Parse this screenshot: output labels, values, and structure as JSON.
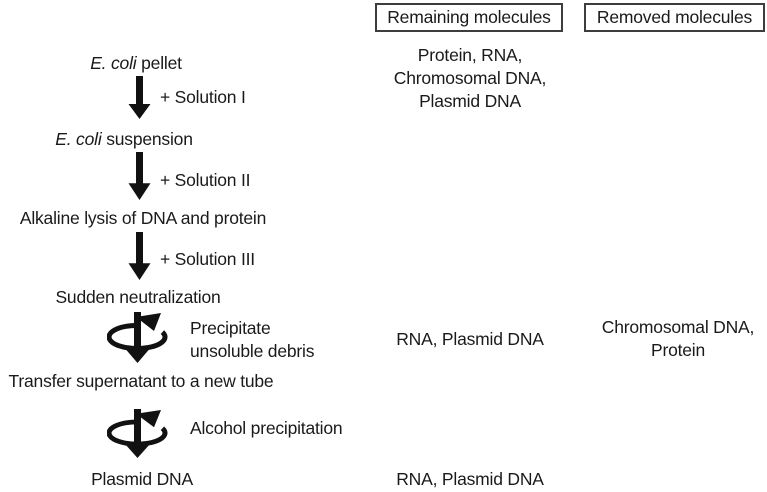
{
  "headers": {
    "remaining": "Remaining molecules",
    "removed": "Removed molecules"
  },
  "flow": {
    "steps": [
      {
        "italic": "E. coli",
        "text": " pellet"
      },
      {
        "italic": "E. coli",
        "text": " suspension"
      },
      {
        "italic": "",
        "text": "Alkaline lysis of DNA and protein"
      },
      {
        "italic": "",
        "text": "Sudden neutralization"
      },
      {
        "italic": "",
        "text": "Transfer supernatant to a new tube"
      },
      {
        "italic": "",
        "text": "Plasmid DNA"
      }
    ],
    "solution_labels": [
      "+ Solution I",
      "+ Solution II",
      "+ Solution III"
    ],
    "centrifuge_steps": [
      {
        "lines": [
          "Precipitate",
          "unsoluble debris"
        ]
      },
      {
        "lines": [
          "Alcohol precipitation"
        ]
      }
    ]
  },
  "remaining_column": {
    "stage1": [
      "Protein, RNA,",
      "Chromosomal DNA,",
      "Plasmid DNA"
    ],
    "stage2": [
      "RNA, Plasmid DNA"
    ],
    "stage3": [
      "RNA, Plasmid DNA"
    ]
  },
  "removed_column": {
    "stage2": [
      "Chromosomal DNA,",
      "Protein"
    ]
  },
  "colors": {
    "ink": "#1a1a1a",
    "box_border": "#3d3d3d",
    "background": "#ffffff"
  }
}
